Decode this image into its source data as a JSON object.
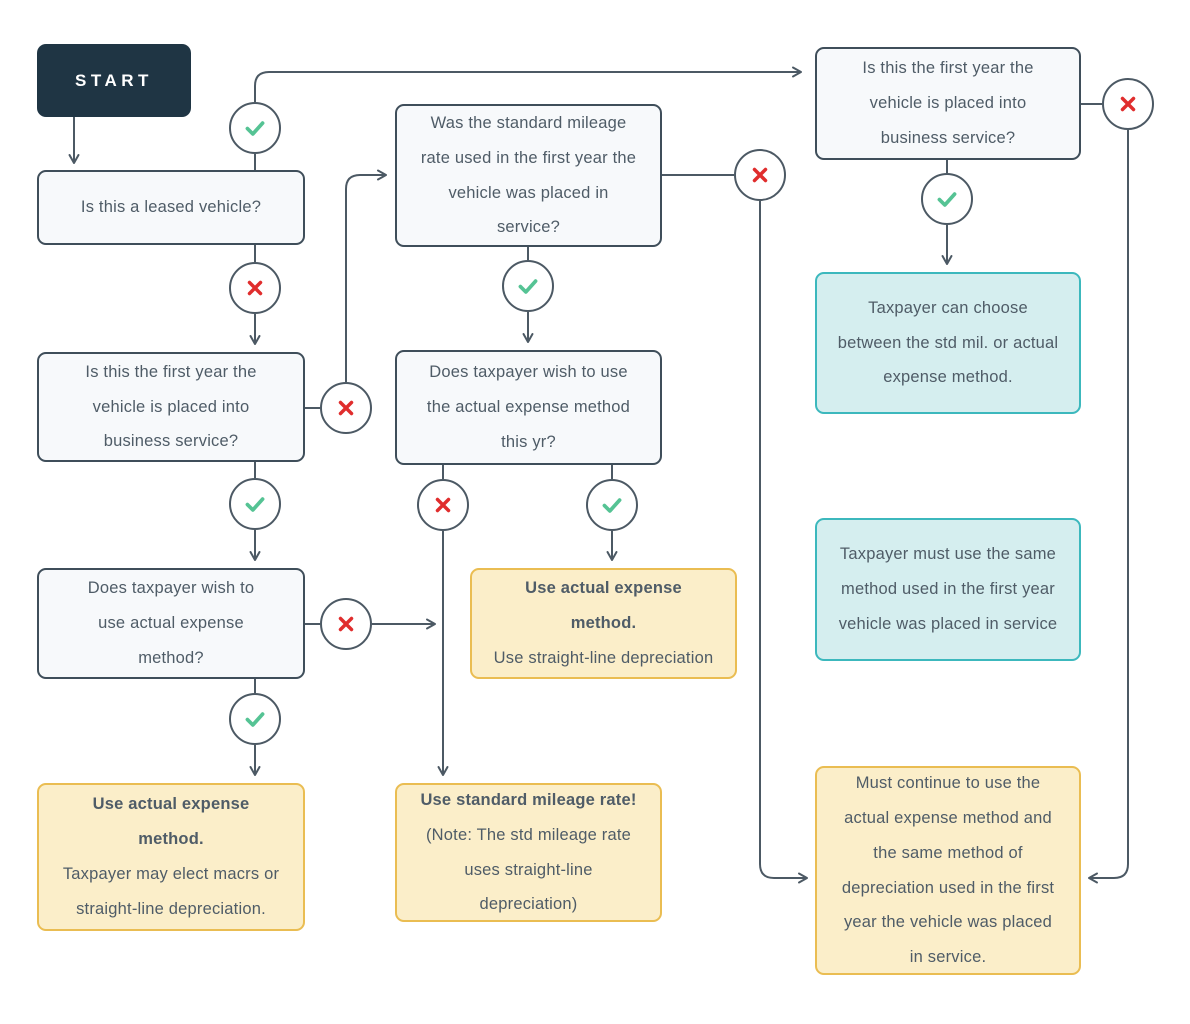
{
  "palette": {
    "line": "#4c5964",
    "box_border": "#3f4e5a",
    "box_bg": "#f7f9fb",
    "text": "#4f5c67",
    "yes_green": "#55c394",
    "no_red": "#e02d2d",
    "outcome_bg": "#fbeec9",
    "outcome_border": "#eabd52",
    "info_bg": "#d5eeef",
    "info_border": "#3cb8bd",
    "start_bg": "#1f3544",
    "start_text": "#ffffff"
  },
  "start": {
    "label": "START"
  },
  "icons": {
    "yes": "check-icon (green checkmark in circle)",
    "no": "x-icon (red cross in circle)"
  },
  "questions": {
    "leased": "Is this a leased vehicle?",
    "first_year_left": "Is this the first year the vehicle is placed into business service?",
    "wish_actual": "Does taxpayer wish to use actual expense method?",
    "std_rate_first_year": "Was the standard mileage rate used in the first year the vehicle was placed in service?",
    "wish_actual_this_yr": "Does taxpayer wish to use the actual expense method this yr?",
    "first_year_right": "Is this the first year the vehicle is placed into business service?"
  },
  "outcomes": {
    "actual_macrs": {
      "title": "Use actual expense method.",
      "body": "Taxpayer may elect macrs or straight-line depreciation."
    },
    "actual_straight": {
      "title": "Use actual expense method.",
      "body": "Use straight-line depreciation"
    },
    "std_rate": {
      "title": "Use standard mileage rate!",
      "body": "(Note: The std mileage rate uses straight-line depreciation)"
    },
    "must_continue": {
      "body": "Must continue to use the actual expense method and the same method of depreciation used in the first year the vehicle was placed in service."
    }
  },
  "info": {
    "choose": "Taxpayer can choose between the std mil. or actual expense method.",
    "same_method": "Taxpayer must use the same method used in the first year vehicle was placed in service"
  }
}
